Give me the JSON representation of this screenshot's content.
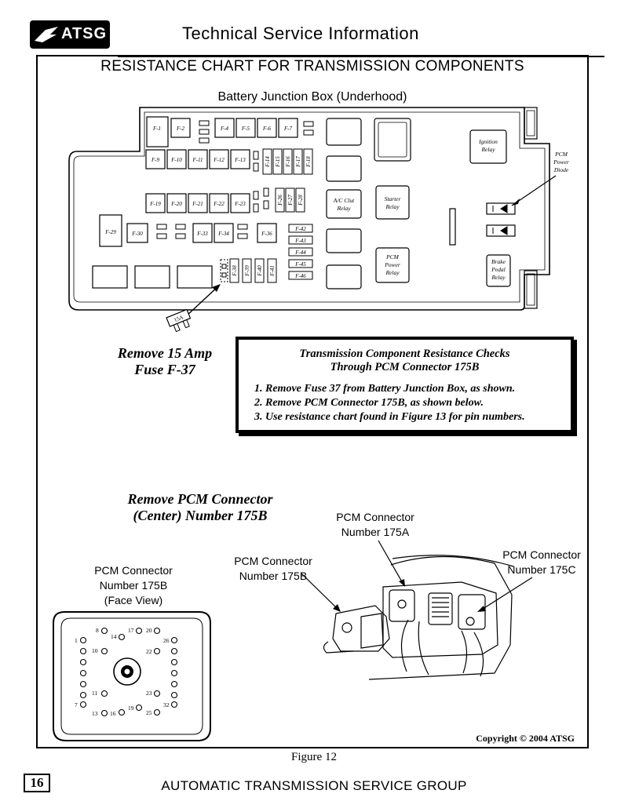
{
  "header": {
    "logo_text": "ATSG",
    "title": "Technical Service Information"
  },
  "chart_title": "RESISTANCE CHART FOR TRANSMISSION COMPONENTS",
  "junction_box": {
    "title": "Battery Junction Box (Underhood)",
    "fuses_row1": [
      "F-1",
      "F-2",
      "F-4",
      "F-5",
      "F-6",
      "F-7"
    ],
    "fuses_row2": [
      "F-9",
      "F-10",
      "F-11",
      "F-12",
      "F-13"
    ],
    "fuses_vertical_a": [
      "F-14",
      "F-15",
      "F-16",
      "F-17",
      "F-18"
    ],
    "fuses_row3": [
      "F-19",
      "F-20",
      "F-21",
      "F-22",
      "F-23"
    ],
    "fuses_vertical_b": [
      "F-26",
      "F-27",
      "F-28"
    ],
    "fuses_row4": [
      "F-29",
      "F-30",
      "F-33",
      "F-34",
      "F-36"
    ],
    "fuses_stack": [
      "F-42",
      "F-43",
      "F-44",
      "F-45",
      "F-46"
    ],
    "fuses_vertical_c": [
      "F-38",
      "F-39",
      "F-40",
      "F-41"
    ],
    "relays": {
      "ac_clutch": "A/C Clut Relay",
      "starter": "Starter Relay",
      "pcm_power": "PCM Power Relay",
      "ignition": "Ignition Relay",
      "brake_pedal": "Brake Pedal Relay"
    },
    "pcm_power_diode": "PCM Power Diode",
    "fuse_rating_label": "15A"
  },
  "remove_fuse": [
    "Remove 15 Amp",
    "Fuse F-37"
  ],
  "checks": {
    "title_line1": "Transmission Component Resistance Checks",
    "title_line2": "Through PCM Connector 175B",
    "steps": [
      "1.  Remove Fuse 37 from Battery Junction Box, as shown.",
      "2.  Remove PCM Connector 175B, as shown below.",
      "3.  Use resistance chart found in Figure 13 for pin numbers."
    ]
  },
  "remove_pcm": [
    "Remove PCM Connector",
    "(Center) Number 175B"
  ],
  "connector_labels": {
    "a": [
      "PCM Connector",
      "Number 175A"
    ],
    "b": [
      "PCM Connector",
      "Number 175B"
    ],
    "c": [
      "PCM Connector",
      "Number 175C"
    ],
    "face": [
      "PCM Connector",
      "Number 175B",
      "(Face View)"
    ]
  },
  "pin_numbers": [
    "1",
    "7",
    "8",
    "10",
    "11",
    "13",
    "14",
    "16",
    "17",
    "19",
    "20",
    "22",
    "23",
    "25",
    "26",
    "32"
  ],
  "copyright": "Copyright © 2004 ATSG",
  "figure_caption": "Figure 12",
  "page_number": "16",
  "footer": "AUTOMATIC TRANSMISSION SERVICE GROUP"
}
